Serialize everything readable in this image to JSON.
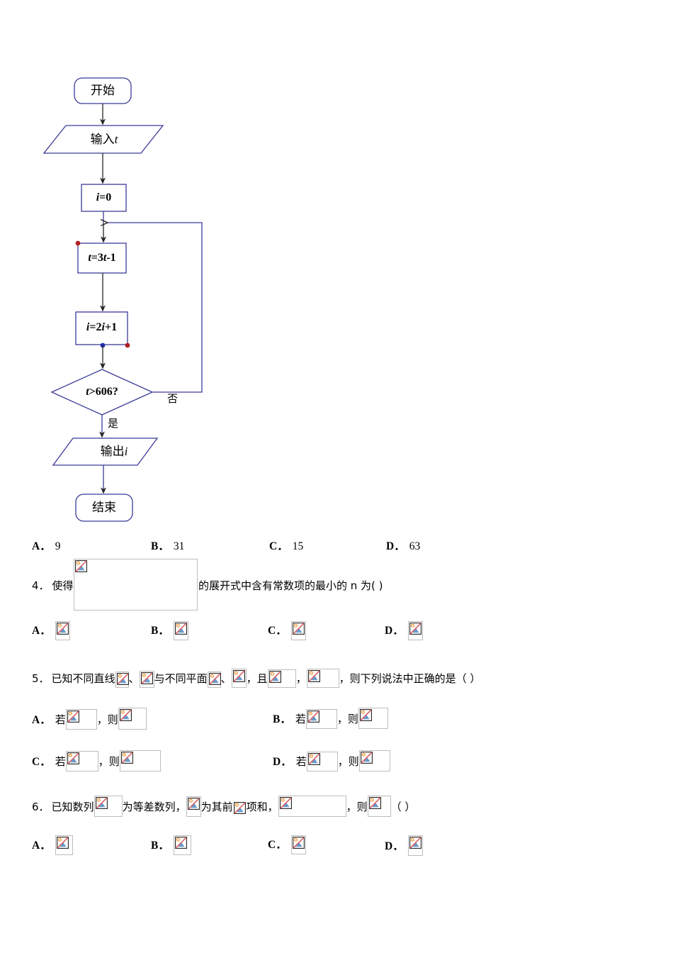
{
  "flowchart": {
    "nodes": [
      {
        "id": "start",
        "shape": "terminator",
        "text": "开始",
        "kind": "cjk"
      },
      {
        "id": "input",
        "shape": "parallelogram",
        "text": "输入t",
        "kind": "cjk-italic"
      },
      {
        "id": "init",
        "shape": "rect",
        "text": "i=0",
        "kind": "math"
      },
      {
        "id": "upd_t",
        "shape": "rect",
        "text": "t=3t-1",
        "kind": "math"
      },
      {
        "id": "upd_i",
        "shape": "rect",
        "text": "i=2i+1",
        "kind": "math"
      },
      {
        "id": "cond",
        "shape": "diamond",
        "text": "t>606?",
        "kind": "math"
      },
      {
        "id": "output",
        "shape": "parallelogram",
        "text": "输出i",
        "kind": "cjk-italic"
      },
      {
        "id": "end",
        "shape": "terminator",
        "text": "结束",
        "kind": "cjk"
      }
    ],
    "branch_labels": {
      "no": "否",
      "yes": "是"
    },
    "colors": {
      "node_stroke": "#3b3b98",
      "arrow_stroke": "#262626",
      "loop_stroke": "#3b3b98",
      "handle_red": "#b02020",
      "handle_blue": "#2030b0"
    }
  },
  "q3_answers": {
    "options": [
      {
        "label": "A．",
        "value": "9"
      },
      {
        "label": "B．",
        "value": "31"
      },
      {
        "label": "C．",
        "value": "15"
      },
      {
        "label": "D．",
        "value": "63"
      }
    ]
  },
  "q4": {
    "number": "4．",
    "text_before": "使得",
    "text_after": "的展开式中含有常数项的最小的 n 为( )",
    "options": [
      {
        "label": "A．"
      },
      {
        "label": "B．"
      },
      {
        "label": "C．"
      },
      {
        "label": "D．"
      }
    ]
  },
  "q5": {
    "number": "5．",
    "seg1": "已知不同直线",
    "seg2": "、",
    "seg3": "与不同平面",
    "seg4": "、",
    "seg5": "，且",
    "seg6": "，",
    "seg7": "，则下列说法中正确的是（  ）",
    "options": [
      {
        "label": "A．",
        "if_text": "若",
        "then_text": "，则"
      },
      {
        "label": "B．",
        "if_text": "若",
        "then_text": "，则"
      },
      {
        "label": "C．",
        "if_text": "若",
        "then_text": "，则"
      },
      {
        "label": "D．",
        "if_text": "若",
        "then_text": "，则"
      }
    ]
  },
  "q6": {
    "number": "6．",
    "seg1": "已知数列",
    "seg2": "为等差数列，",
    "seg3": "为其前",
    "seg4": "项和，",
    "seg5": "，则",
    "seg6": "（  ）",
    "options": [
      {
        "label": "A．"
      },
      {
        "label": "B．"
      },
      {
        "label": "C．"
      },
      {
        "label": "D．"
      }
    ]
  },
  "placeholder_icon": {
    "name": "broken-image-icon",
    "sun_color": "#e8912d",
    "mountain_color": "#6699cc",
    "slash_color": "#d9666a",
    "frame_color": "#2b2b2b"
  }
}
